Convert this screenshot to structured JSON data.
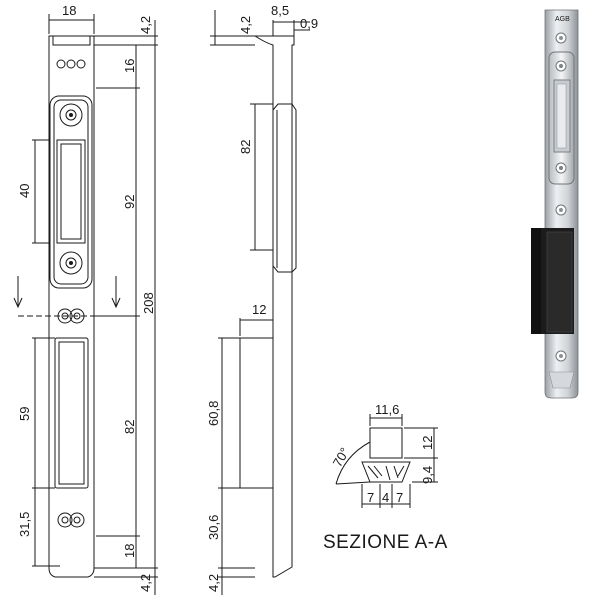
{
  "front_view": {
    "width_label": "18",
    "top_gap_label": "4,2",
    "dim_16": "16",
    "dim_40": "40",
    "dim_92": "92",
    "dim_208": "208",
    "dim_59": "59",
    "dim_82": "82",
    "dim_31_5": "31,5",
    "dim_18_bottom": "18",
    "bottom_gap_label": "4,2"
  },
  "side_view": {
    "top_gap_label": "4,2",
    "depth_label": "8,5",
    "lip_label": "0,9",
    "upper_length_label": "82",
    "lower_width_label": "12",
    "lower_length_label": "60,8",
    "bottom_offset_label": "30,6",
    "bottom_gap_label": "4,2"
  },
  "section": {
    "title": "SEZIONE  A-A",
    "width_label": "11,6",
    "height_label": "12",
    "depth_label": "9,4",
    "angle_label": "70°",
    "bottom_left": "7",
    "bottom_mid": "4",
    "bottom_right": "7"
  },
  "photo": {
    "brand_mark": "AGB"
  },
  "colors": {
    "line": "#1a1a1a",
    "photo_metal_light": "#e6e8ea",
    "photo_metal_dark": "#8a8e92",
    "photo_insert": "#1c1c1c"
  }
}
